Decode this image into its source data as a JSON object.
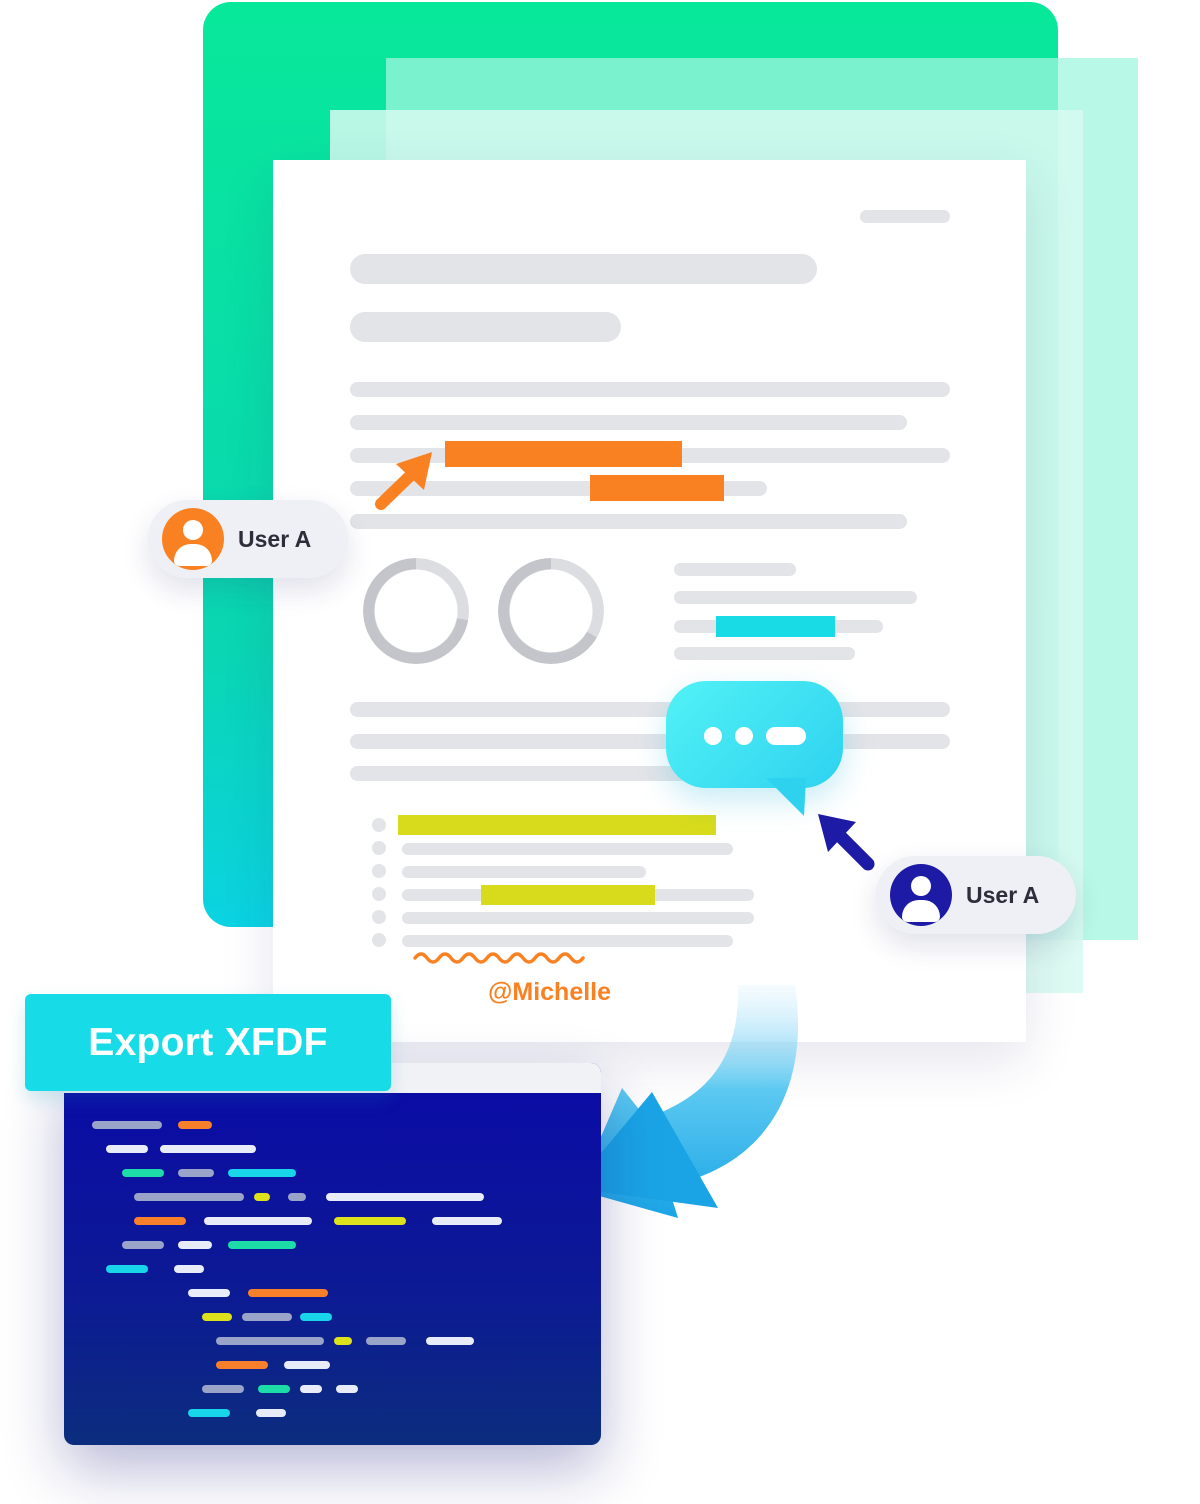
{
  "annotations": {
    "user_top": {
      "name": "User A",
      "color": "#f98122"
    },
    "user_bottom": {
      "name": "User A",
      "color": "#1d1aa5"
    }
  },
  "mention": {
    "text": "@Michelle",
    "color": "#f98122"
  },
  "export": {
    "label": "Export XFDF",
    "color": "#17dbe6"
  },
  "colors": {
    "highlight_orange": "#f98122",
    "highlight_cyan": "#19dbe6",
    "highlight_yellow": "#d7db1b",
    "chat_bubble": "#2ed2ef",
    "code_background": "#0b0aa7"
  },
  "icons": [
    "user-avatar-icon",
    "chat-bubble-icon",
    "arrow-cursor-icon",
    "curved-arrow-icon",
    "squiggle-underline-icon"
  ]
}
